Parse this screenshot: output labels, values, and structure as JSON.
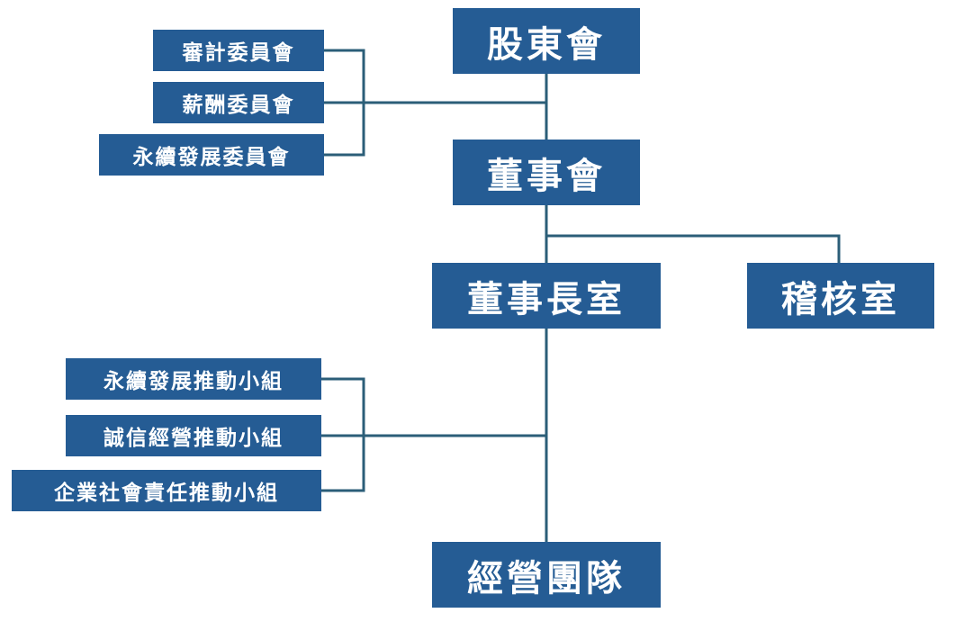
{
  "nodes": {
    "shareholders": "股東會",
    "board": "董事會",
    "chairman_office": "董事長室",
    "audit_office": "稽核室",
    "management_team": "經營團隊"
  },
  "board_committees": [
    "審計委員會",
    "薪酬委員會",
    "永續發展委員會"
  ],
  "chairman_groups": [
    "永續發展推動小組",
    "誠信經營推動小組",
    "企業社會責任推動小組"
  ],
  "colors": {
    "box_fill": "#255c94",
    "box_text": "#ffffff",
    "connector": "#2b5e78"
  }
}
